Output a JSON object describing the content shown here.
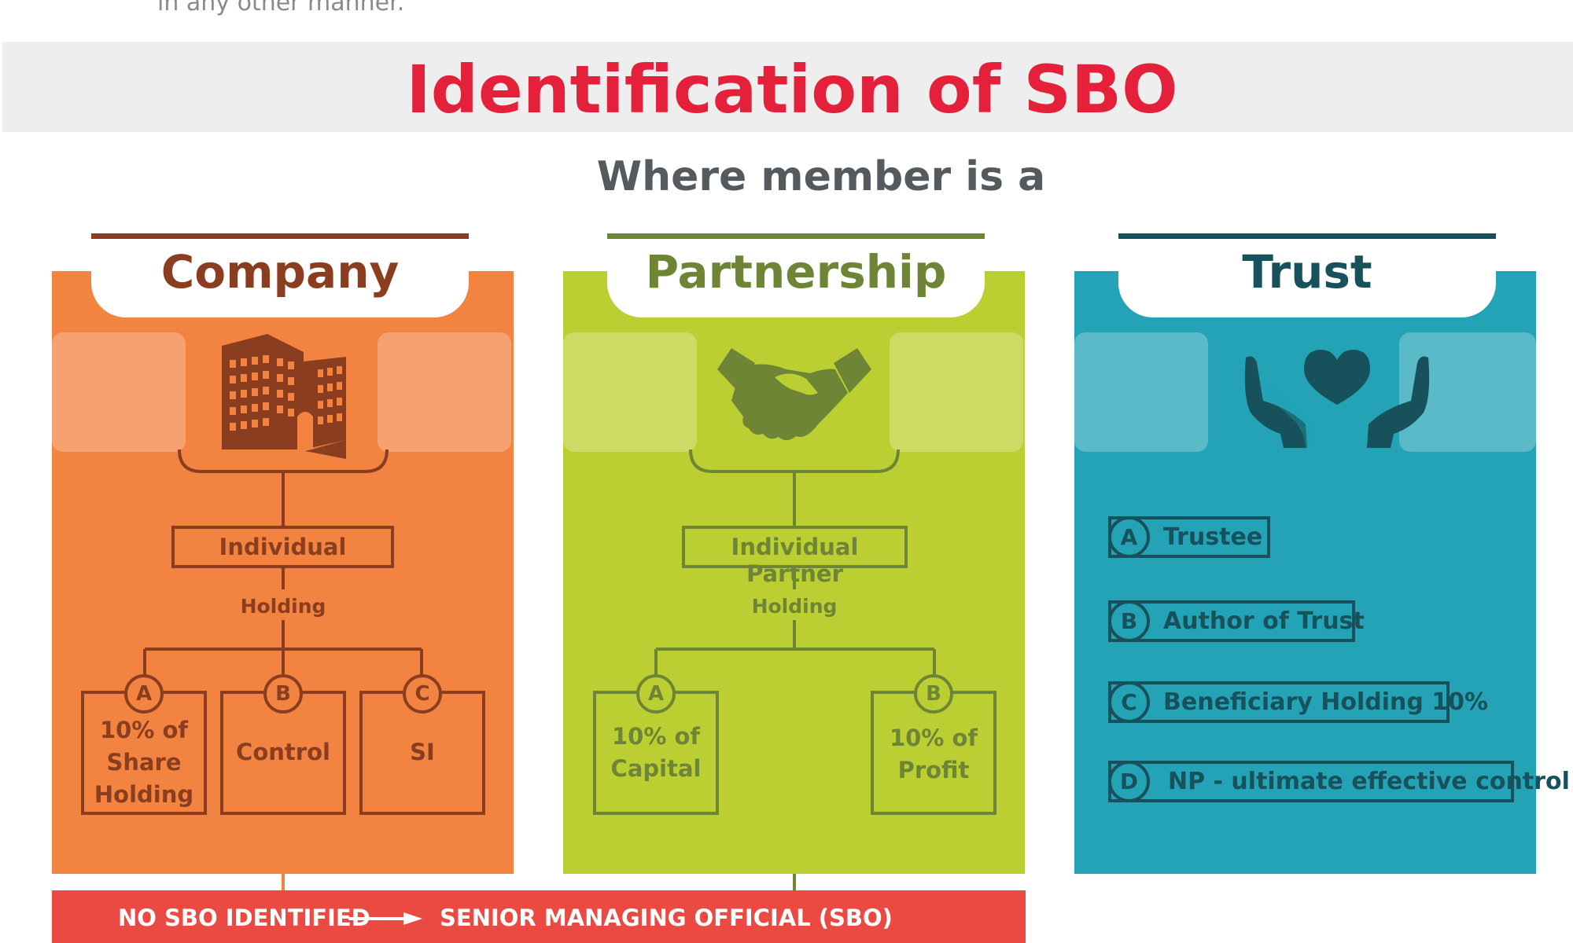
{
  "top_text": "in any other manner.",
  "title": "Identification of SBO",
  "subtitle": "Where member is a",
  "company": {
    "header": "Company",
    "icon": "building-icon",
    "node": "Individual",
    "holding": "Holding",
    "options": [
      {
        "letter": "A",
        "text": [
          "10% of",
          "Share",
          "Holding"
        ]
      },
      {
        "letter": "B",
        "text": [
          "Control"
        ]
      },
      {
        "letter": "C",
        "text": [
          "SI"
        ]
      }
    ]
  },
  "partnership": {
    "header": "Partnership",
    "icon": "handshake-icon",
    "node": "Individual Partner",
    "holding": "Holding",
    "options": [
      {
        "letter": "A",
        "text": [
          "10% of",
          "Capital"
        ]
      },
      {
        "letter": "B",
        "text": [
          "10% of",
          "Profit"
        ]
      }
    ]
  },
  "trust": {
    "header": "Trust",
    "icon": "hands-heart-icon",
    "items": [
      {
        "letter": "A",
        "text": "Trustee"
      },
      {
        "letter": "B",
        "text": "Author of Trust"
      },
      {
        "letter": "C",
        "text": "Beneficiary Holding 10%"
      },
      {
        "letter": "D",
        "text": "NP - ultimate effective control"
      }
    ]
  },
  "bottom": {
    "left": "NO SBO IDENTIFIED",
    "right": "SENIOR MANAGING OFFICIAL (SBO)"
  },
  "colors": {
    "title": "#e5203a",
    "company_bg": "#f28340",
    "company_dark": "#8b3e1f",
    "partnership_bg": "#bccf32",
    "partnership_dark": "#6e8535",
    "trust_bg": "#23a3b5",
    "trust_dark": "#17525c",
    "bottom_bar": "#ea4a42"
  }
}
